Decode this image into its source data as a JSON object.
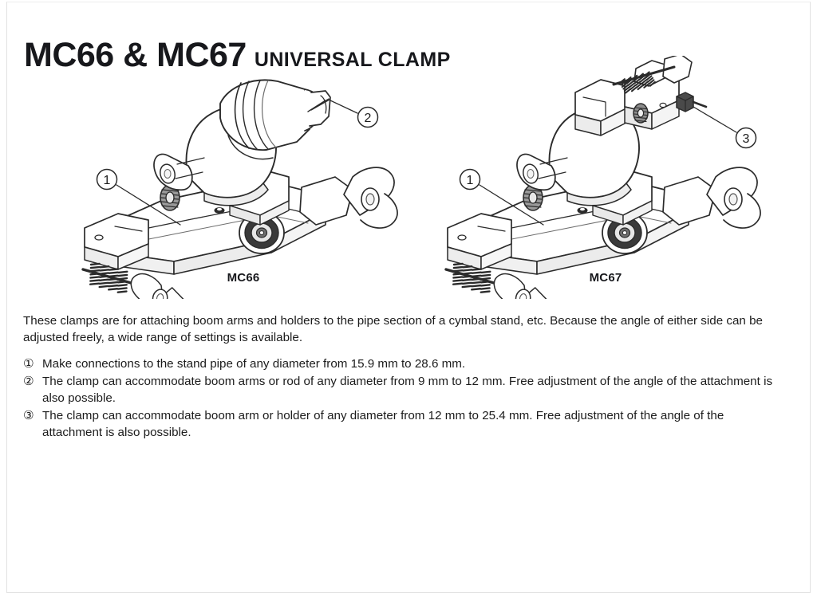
{
  "document": {
    "heading": {
      "model": "MC66 & MC67",
      "subtitle": "UNIVERSAL CLAMP"
    },
    "figures": [
      {
        "id": "mc66",
        "caption": "MC66",
        "callouts": [
          {
            "marker": "1",
            "label": "callout-1-mc66"
          },
          {
            "marker": "2",
            "label": "callout-2-mc66"
          }
        ]
      },
      {
        "id": "mc67",
        "caption": "MC67",
        "callouts": [
          {
            "marker": "1",
            "label": "callout-1-mc67"
          },
          {
            "marker": "3",
            "label": "callout-3-mc67"
          }
        ]
      }
    ],
    "intro": "These clamps are for attaching boom arms and holders to the pipe section of a cymbal stand, etc. Because the angle of either side can be adjusted freely, a wide range of settings is available.",
    "notes": [
      {
        "marker": "①",
        "text": "Make connections to the stand pipe of any diameter from 15.9 mm to 28.6 mm."
      },
      {
        "marker": "②",
        "text": "The clamp can accommodate boom arms or rod of any diameter from 9 mm to 12 mm. Free adjustment of the angle of the attachment is also possible."
      },
      {
        "marker": "③",
        "text": "The clamp can accommodate boom arm or holder of any diameter from 12 mm to 25.4 mm. Free adjustment of the angle of the attachment is also possible."
      }
    ],
    "colors": {
      "ink": "#1c1c1c",
      "heading": "#17181c",
      "line_art": "#2b2b2b",
      "shading": "#8a8a8a",
      "page_frame": "#e2e2e2",
      "background": "#ffffff"
    }
  }
}
